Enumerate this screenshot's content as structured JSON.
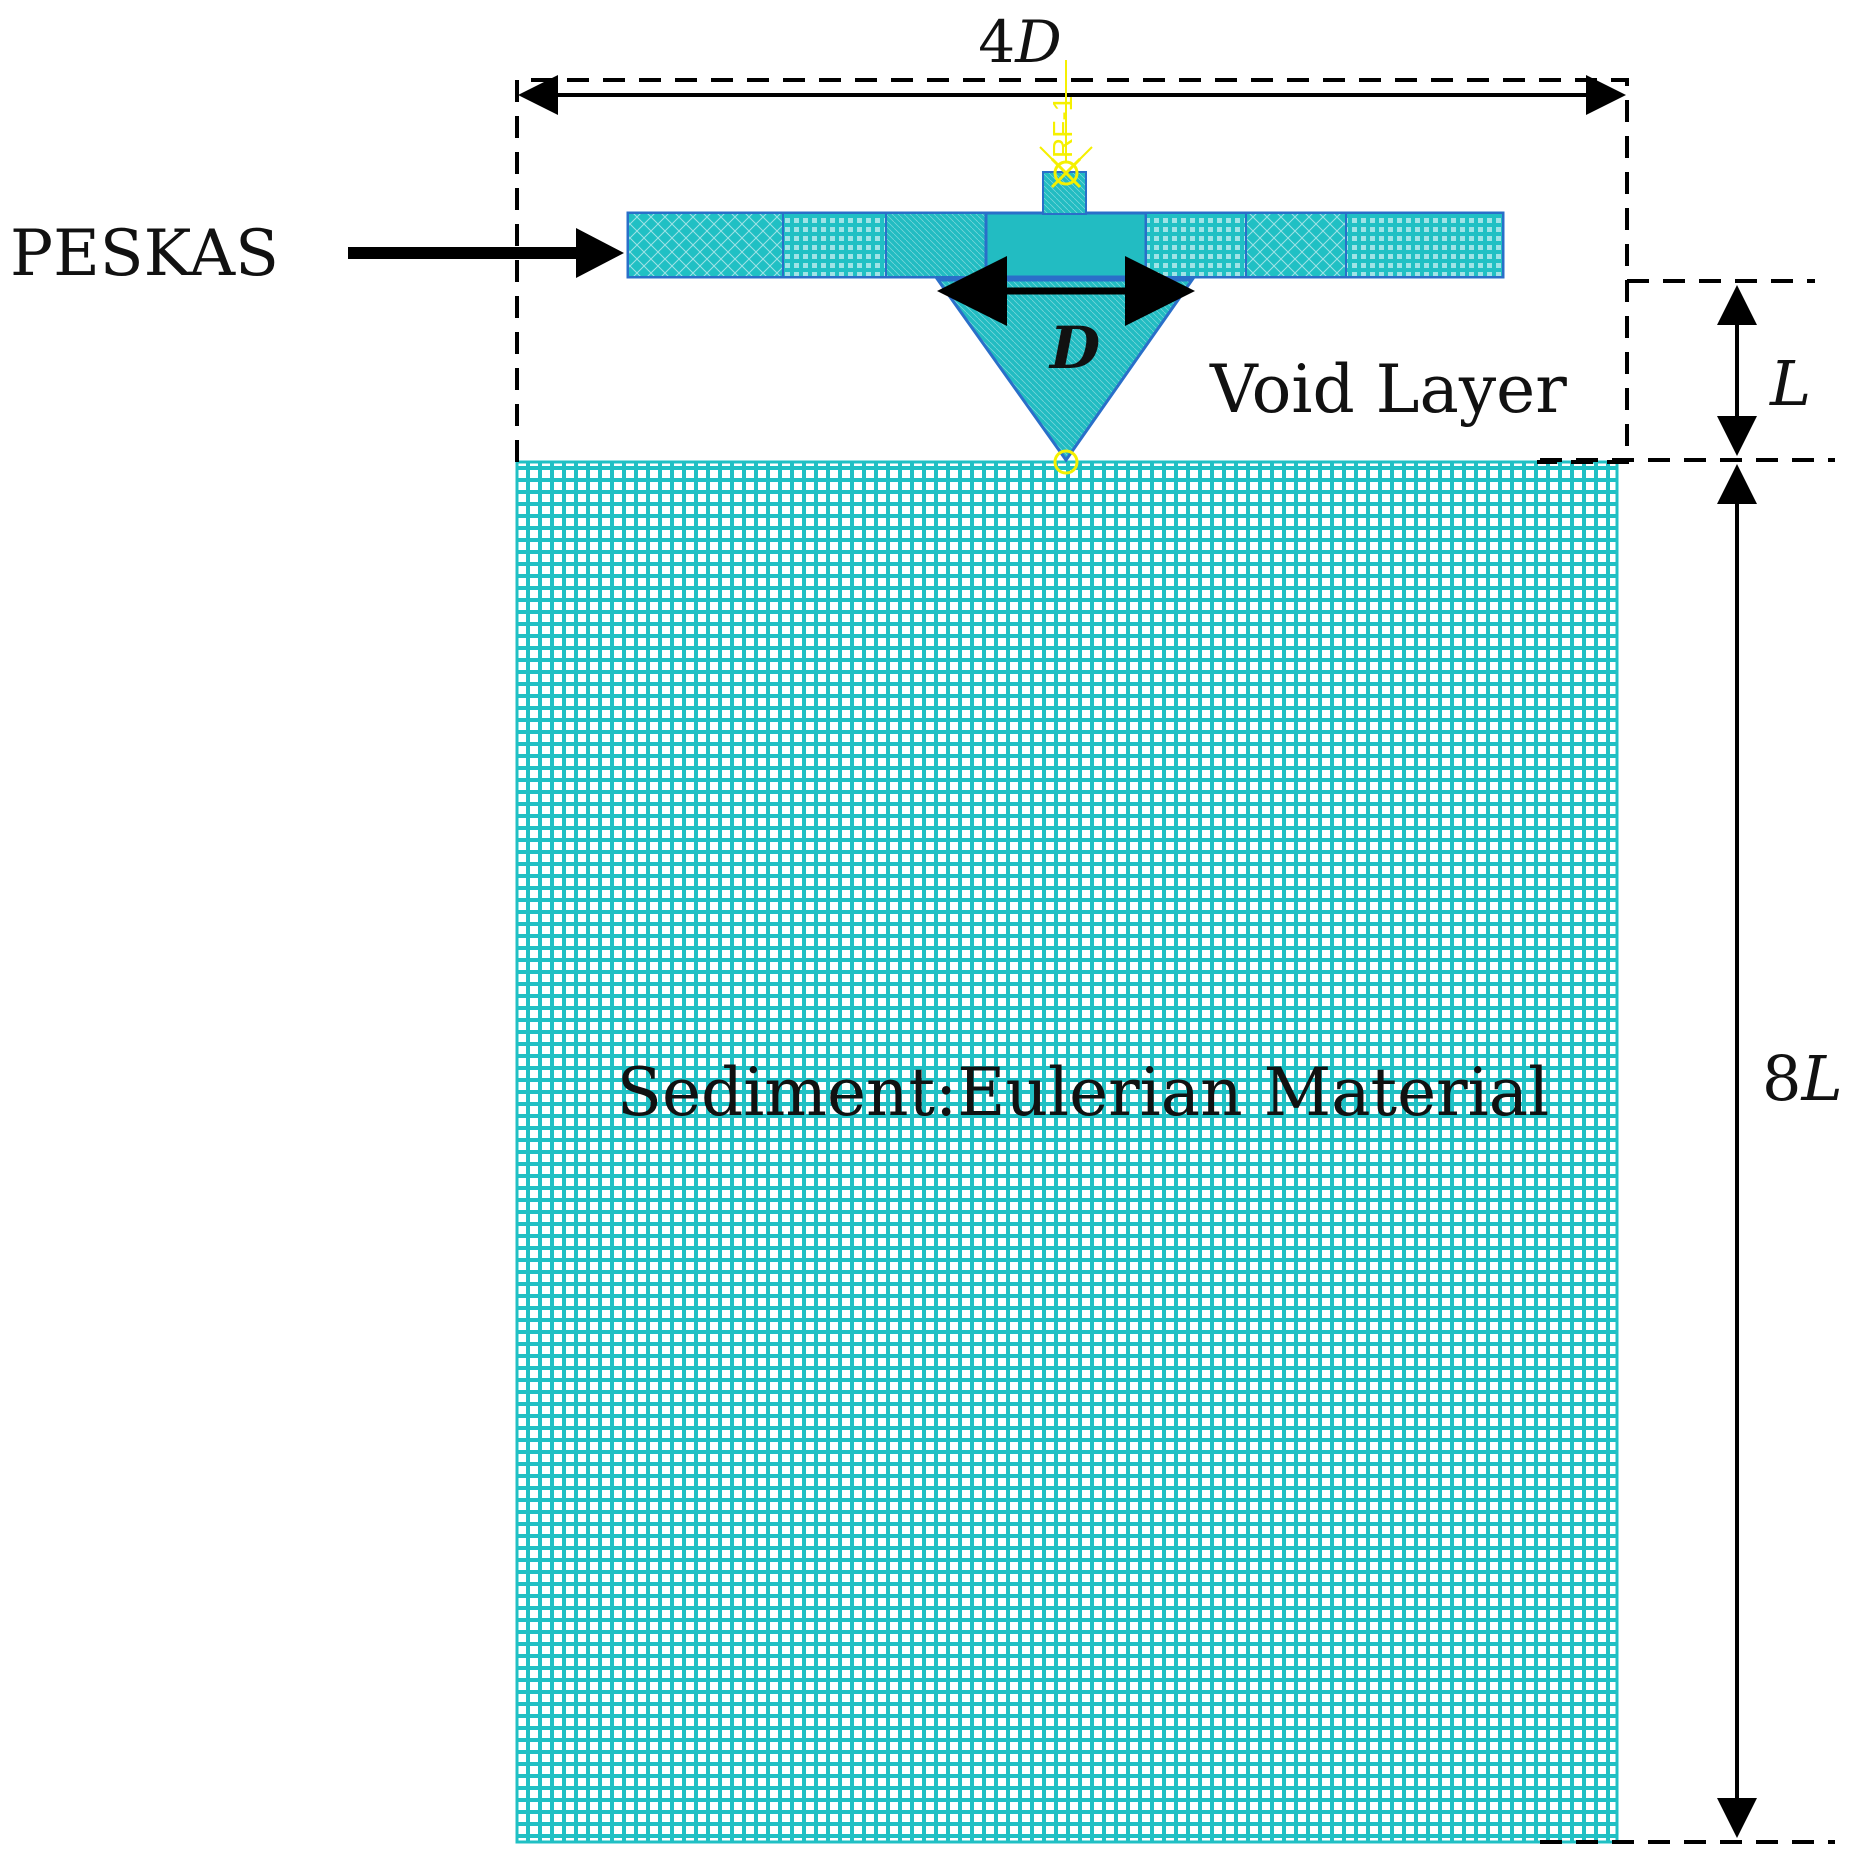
{
  "labels": {
    "width_dimension": "4D",
    "width_coefficient": "4",
    "width_symbol": "D",
    "diameter_symbol": "D",
    "peskas": "PESKAS",
    "void_layer": "Void Layer",
    "void_height_symbol": "L",
    "sediment_height_dimension": "8L",
    "sediment_height_coefficient": "8",
    "sediment_height_symbol": "L",
    "sediment": "Sediment:Eulerian Material",
    "reference_point": "RF-1"
  },
  "colors": {
    "mesh_fill": "#20c0c4",
    "mesh_line": "#ffffff",
    "mesh_dark": "#0f9fa8",
    "outline_blue": "#2a6fc9",
    "reference_yellow": "#f5f000",
    "line_black": "#000000"
  }
}
